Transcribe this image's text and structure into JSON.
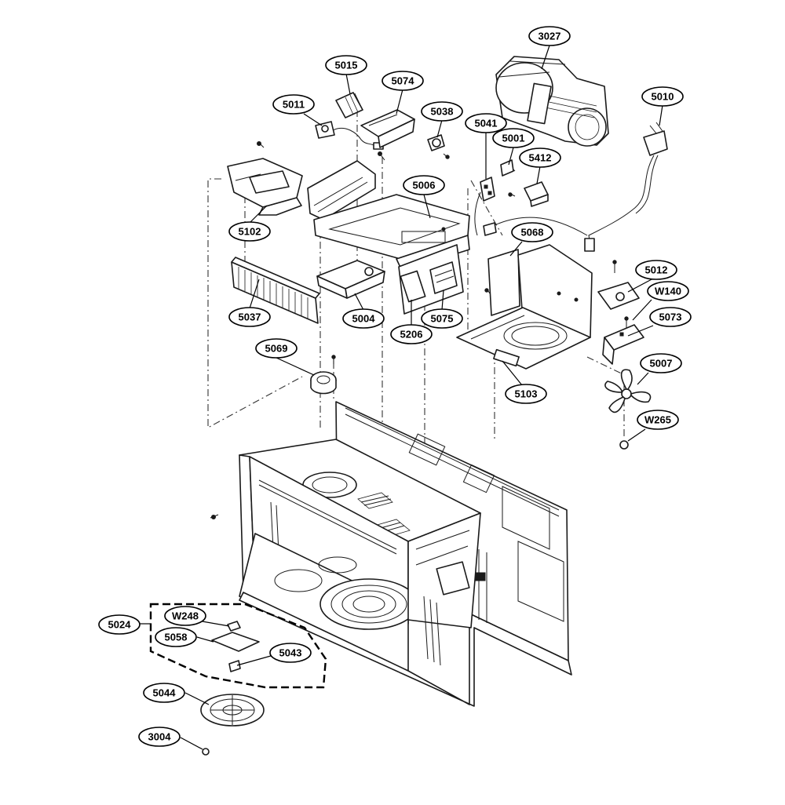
{
  "callouts": [
    {
      "id": "3027",
      "label": "3027"
    },
    {
      "id": "5015",
      "label": "5015"
    },
    {
      "id": "5074",
      "label": "5074"
    },
    {
      "id": "5011",
      "label": "5011"
    },
    {
      "id": "5038",
      "label": "5038"
    },
    {
      "id": "5041",
      "label": "5041"
    },
    {
      "id": "5001",
      "label": "5001"
    },
    {
      "id": "5010",
      "label": "5010"
    },
    {
      "id": "5412",
      "label": "5412"
    },
    {
      "id": "5006",
      "label": "5006"
    },
    {
      "id": "5102",
      "label": "5102"
    },
    {
      "id": "5068",
      "label": "5068"
    },
    {
      "id": "5012",
      "label": "5012"
    },
    {
      "id": "W140",
      "label": "W140"
    },
    {
      "id": "5037",
      "label": "5037"
    },
    {
      "id": "5004",
      "label": "5004"
    },
    {
      "id": "5075",
      "label": "5075"
    },
    {
      "id": "5206",
      "label": "5206"
    },
    {
      "id": "5073",
      "label": "5073"
    },
    {
      "id": "5069",
      "label": "5069"
    },
    {
      "id": "5007",
      "label": "5007"
    },
    {
      "id": "5103",
      "label": "5103"
    },
    {
      "id": "W265",
      "label": "W265"
    },
    {
      "id": "5024",
      "label": "5024"
    },
    {
      "id": "W248",
      "label": "W248"
    },
    {
      "id": "5058",
      "label": "5058"
    },
    {
      "id": "5043",
      "label": "5043"
    },
    {
      "id": "5044",
      "label": "5044"
    },
    {
      "id": "3004",
      "label": "3004"
    }
  ]
}
